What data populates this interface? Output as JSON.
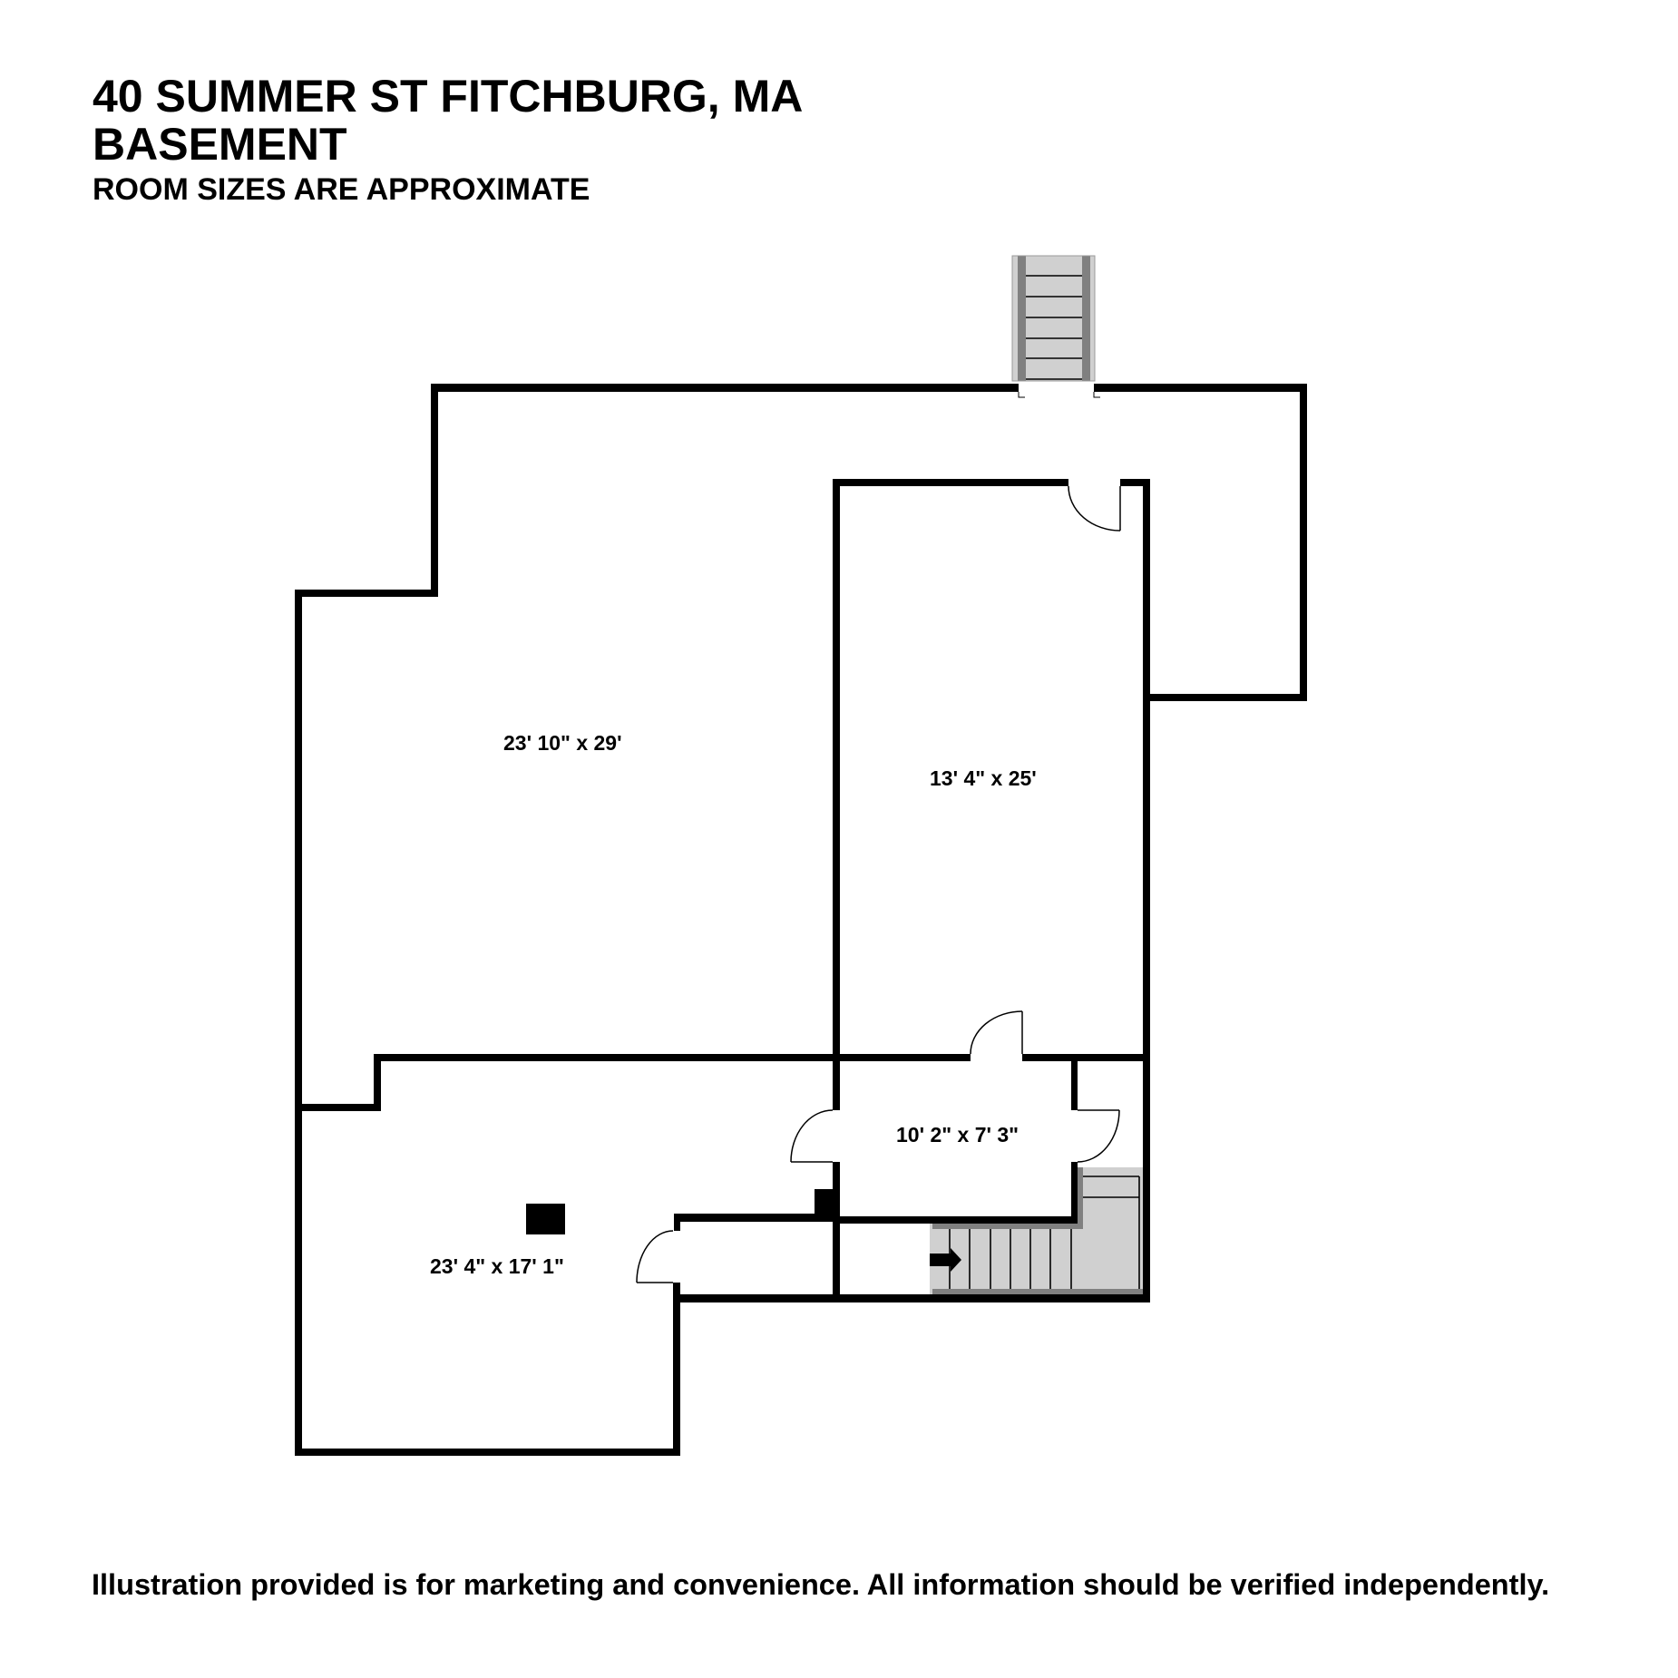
{
  "header": {
    "address": "40 SUMMER ST FITCHBURG, MA",
    "level": "BASEMENT",
    "note": "ROOM SIZES ARE APPROXIMATE"
  },
  "rooms": [
    {
      "name": "main-room",
      "dimensions": "23' 10\" x 29'"
    },
    {
      "name": "side-room",
      "dimensions": "13' 4\" x 25'"
    },
    {
      "name": "hallway",
      "dimensions": "10' 2\" x 7' 3\""
    },
    {
      "name": "lower-room",
      "dimensions": "23' 4\" x 17' 1\""
    }
  ],
  "footer": {
    "disclaimer": "Illustration provided is for marketing and convenience. All information should be verified independently."
  },
  "colors": {
    "wall": "#000000",
    "stair_fill": "#d0d0d0",
    "stair_rail": "#808080",
    "background": "#ffffff"
  },
  "icons": {
    "stair_direction": "arrow-right-icon",
    "column": "structural-column-icon"
  }
}
